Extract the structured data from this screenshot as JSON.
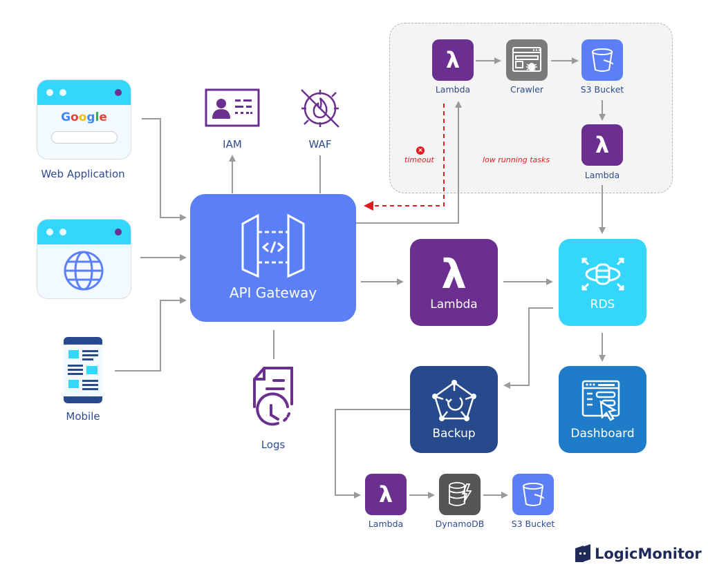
{
  "diagram": {
    "clients": {
      "web_application": {
        "label": "Web Application",
        "search_brand": "Google"
      },
      "browser": {
        "label": ""
      },
      "mobile": {
        "label": "Mobile"
      }
    },
    "security": {
      "iam": {
        "label": "IAM"
      },
      "waf": {
        "label": "WAF"
      }
    },
    "gateway": {
      "label": "API Gateway"
    },
    "logs": {
      "label": "Logs"
    },
    "main_lambda": {
      "label": "Lambda",
      "glyph": "λ"
    },
    "rds": {
      "label": "RDS"
    },
    "backup": {
      "label": "Backup"
    },
    "dashboard": {
      "label": "Dashboard"
    },
    "async_group": {
      "lambda_start": {
        "label": "Lambda",
        "glyph": "λ"
      },
      "crawler": {
        "label": "Crawler"
      },
      "s3_bucket": {
        "label": "S3 Bucket"
      },
      "lambda_end": {
        "label": "Lambda",
        "glyph": "λ"
      },
      "timeout_note": "timeout",
      "long_tasks_note": "low running tasks"
    },
    "backup_pipeline": {
      "lambda": {
        "label": "Lambda",
        "glyph": "λ"
      },
      "dynamodb": {
        "label": "DynamoDB"
      },
      "s3_bucket": {
        "label": "S3 Bucket"
      }
    },
    "brand": {
      "name": "LogicMonitor"
    },
    "colors": {
      "lambda": "#6b2f8f",
      "gateway": "#5b7ff7",
      "rds": "#34d6fb",
      "backup": "#264a8c",
      "dashboard": "#1e7cc8",
      "crawler": "#7a7a7a",
      "dynamodb": "#555555",
      "s3": "#5b7ff7",
      "timeout": "#e01b1b",
      "connector": "#9a9a9a",
      "text": "#2e4a8f"
    }
  }
}
